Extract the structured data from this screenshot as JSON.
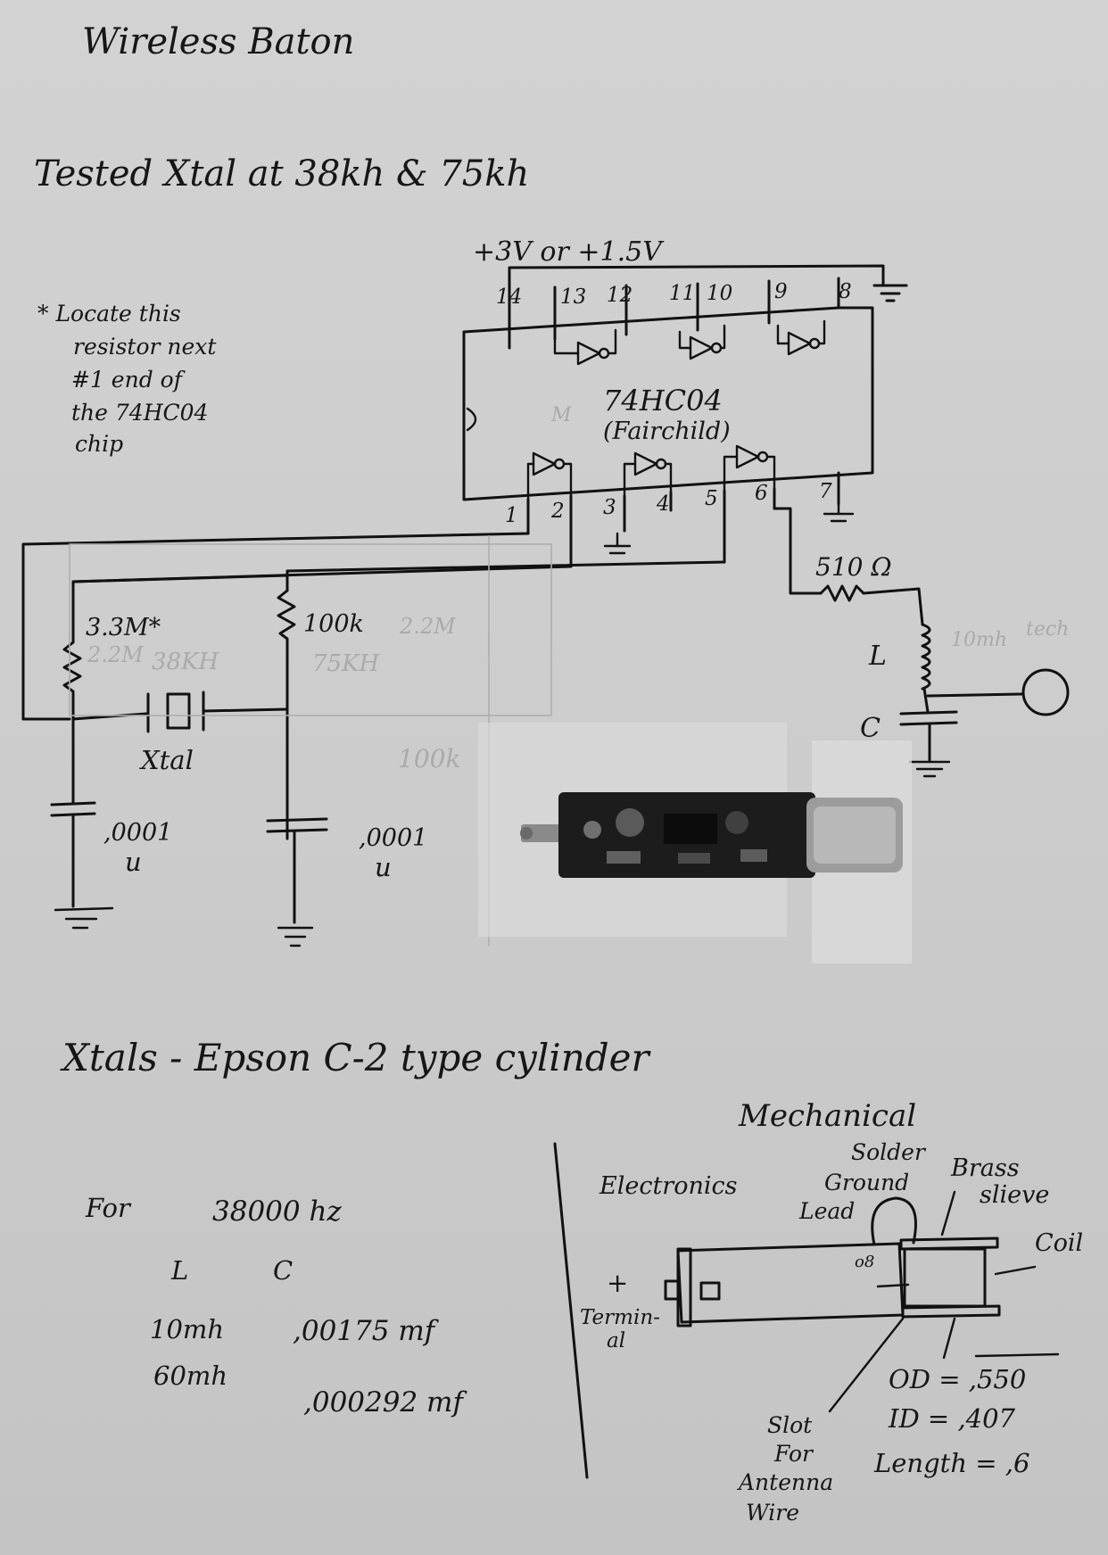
{
  "title": "Wireless Baton",
  "note_tested": "Tested Xtal at 38kh & 75kh",
  "power": "+3V or +1.5V",
  "locate_note": {
    "lines": [
      "* Locate this",
      "resistor next",
      "#1 end of",
      "the 74HC04",
      "chip"
    ]
  },
  "chip": {
    "name": "74HC04",
    "maker": "(Fairchild)",
    "pins_top": [
      "14",
      "13",
      "12",
      "11",
      "10",
      "9",
      "8"
    ],
    "pins_bottom": [
      "1",
      "2",
      "3",
      "4",
      "5",
      "6",
      "7"
    ]
  },
  "components": {
    "r_bias": "3.3M*",
    "r_bias_alt": "2.2M",
    "r_bias_alt_suffix": "38KH",
    "r_feedback": "100k",
    "r_feedback_alt_value": "2.2M",
    "r_feedback_alt": "75KH",
    "xtal": "Xtal",
    "cap_left_value": ",0001",
    "cap_left_unit": "u",
    "cap_right_value": ",0001",
    "cap_right_unit": "u",
    "r_out": "510 Ω",
    "inductor": "L",
    "capacitor": "C",
    "faint_100k": "100k",
    "faint_10mh": "10mh",
    "faint_tech": "tech"
  },
  "xtals_note": "Xtals - Epson C-2 type cylinder",
  "lc_table": {
    "heading_for": "For",
    "heading_freq": "38000 hz",
    "col_l": "L",
    "col_c": "C",
    "rows": [
      {
        "l": "10mh",
        "c": ",00175 mf"
      },
      {
        "l": "60mh",
        "c": ",000292 mf"
      }
    ]
  },
  "mechanical": {
    "title": "Mechanical",
    "electronics": "Electronics",
    "solder": "Solder",
    "ground": "Ground",
    "lead": "Lead",
    "brass": "Brass",
    "slieve": "slieve",
    "coil": "Coil",
    "plus": "+",
    "terminal_1": "Termin-",
    "terminal_2": "al",
    "od": "OD = ,550",
    "id": "ID = ,407",
    "length": "Length = ,6",
    "slot_1": "Slot",
    "slot_2": "For",
    "slot_3": "Antenna",
    "slot_4": "Wire"
  },
  "colors": {
    "paper": "#cdcdcd",
    "ink": "#161616",
    "board": "#1c1c1c"
  }
}
